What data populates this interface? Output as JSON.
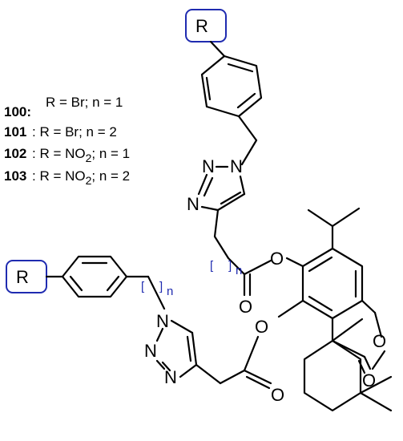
{
  "compounds": [
    {
      "id": "100:",
      "label": "R = Br; n = 1"
    },
    {
      "id": "101",
      "label": ": R = Br; n = 2"
    },
    {
      "id": "102",
      "label": ": R = NO",
      "sub": "2",
      "tail": "; n = 1"
    },
    {
      "id": "103",
      "label": ": R = NO",
      "sub": "2",
      "tail": "; n = 2"
    }
  ],
  "atoms": {
    "R": "R",
    "N": "N",
    "O": "O",
    "n": "n",
    "bracket": "]",
    "bracket_open": "["
  },
  "colors": {
    "bond": "#000000",
    "highlight": "#1f2bb0"
  }
}
